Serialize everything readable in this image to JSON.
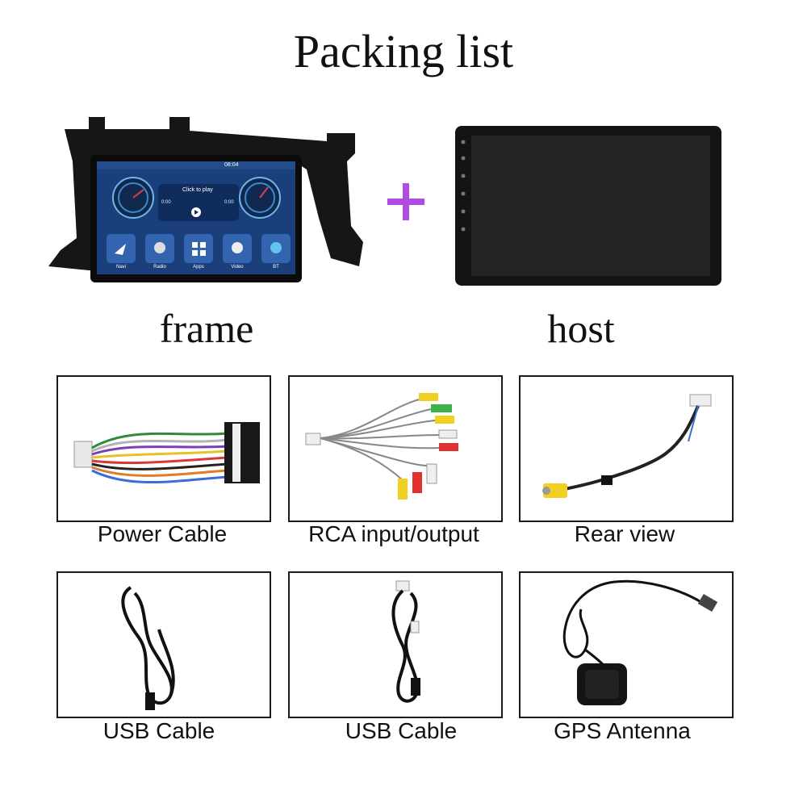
{
  "title": "Packing list",
  "top": {
    "frame_label": "frame",
    "host_label": "host",
    "screen": {
      "time": "08:04",
      "media_prompt": "Click to play",
      "media_time_left": "0:00",
      "media_time_right": "0:00",
      "apps": [
        "Navi",
        "Radio",
        "Apps",
        "Video",
        "BT"
      ]
    }
  },
  "items": [
    {
      "label": "Power Cable"
    },
    {
      "label": "RCA input/output"
    },
    {
      "label": "Rear view"
    },
    {
      "label": "USB Cable"
    },
    {
      "label": "USB Cable"
    },
    {
      "label": "GPS Antenna"
    }
  ],
  "colors": {
    "plus": "#b14ce0",
    "screen_bg": "#1b3f7a",
    "cable": "#111111"
  }
}
